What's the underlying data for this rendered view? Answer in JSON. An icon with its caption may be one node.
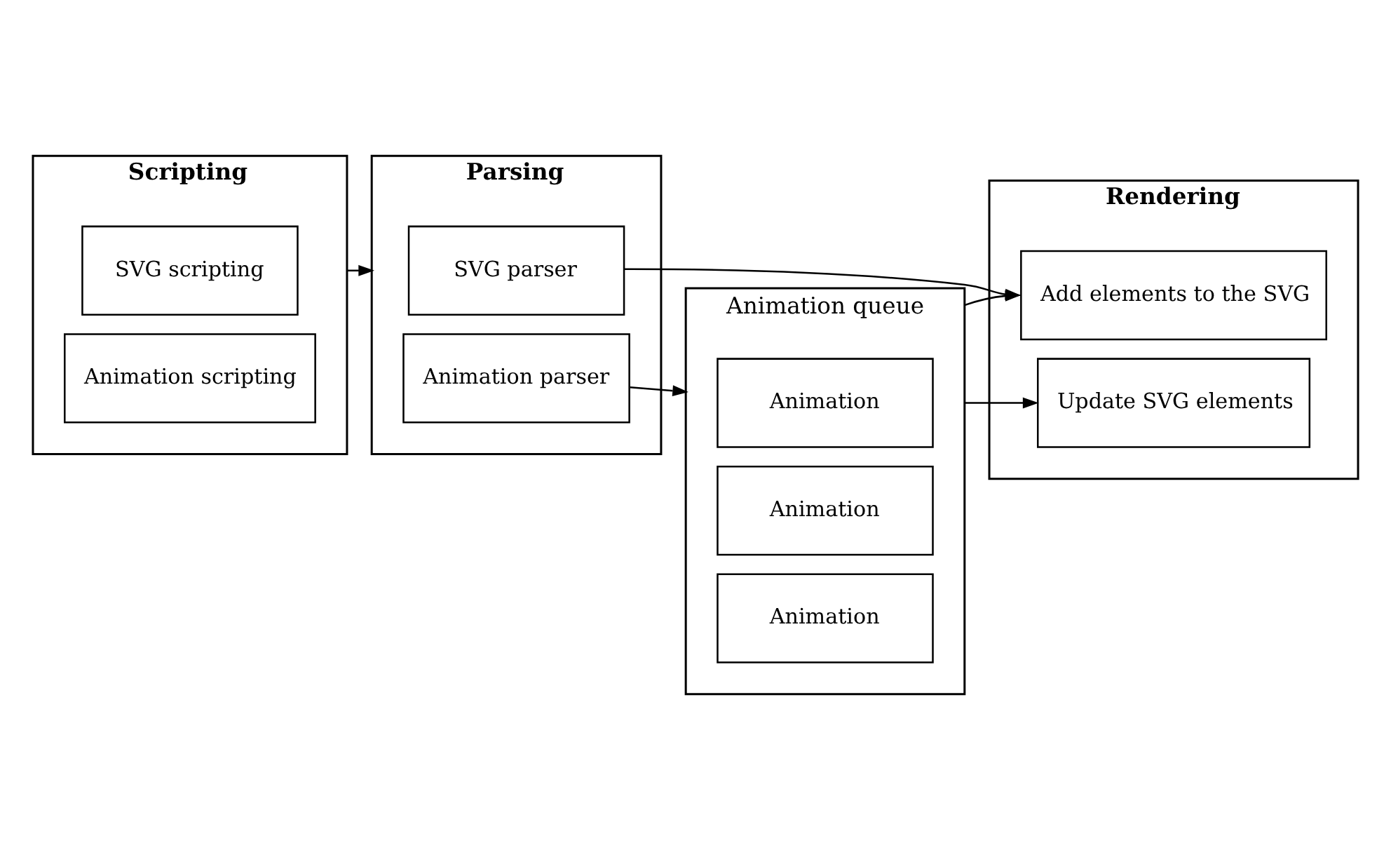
{
  "diagram": {
    "nodes": [
      {
        "text": [
          "Scripting"
        ]
      },
      {
        "text": [
          "SVG scripting"
        ],
        "in": 0
      },
      {
        "text": [
          "Animation scripting"
        ],
        "in": 0
      },
      {
        "text": [
          "Parsing"
        ]
      },
      {
        "text": [
          "SVG parser"
        ],
        "in": 3
      },
      {
        "text": [
          "Animation parser"
        ],
        "in": 3
      },
      {
        "text": [
          "Rendering"
        ]
      },
      {
        "text": [
          "Add elements to the SVG"
        ],
        "in": 6
      },
      {
        "text": [
          "Update SVG elements"
        ],
        "in": 6
      },
      {
        "text": [
          "Animation queue"
        ]
      },
      {
        "text": [
          "Animation"
        ],
        "in": 9
      },
      {
        "text": [
          "Animation"
        ],
        "in": 9
      },
      {
        "text": [
          "Animation"
        ],
        "in": 9
      }
    ],
    "edges": [
      {
        "from": 0,
        "to": 3,
        "arrow": "to"
      },
      {
        "from": 4,
        "to": 7,
        "arrow": "to"
      },
      {
        "from": 5,
        "to": 9,
        "arrow": "to"
      },
      {
        "from": 9,
        "to": 7,
        "arrow": "to"
      },
      {
        "from": 9,
        "to": 8,
        "arrow": "to"
      }
    ]
  }
}
